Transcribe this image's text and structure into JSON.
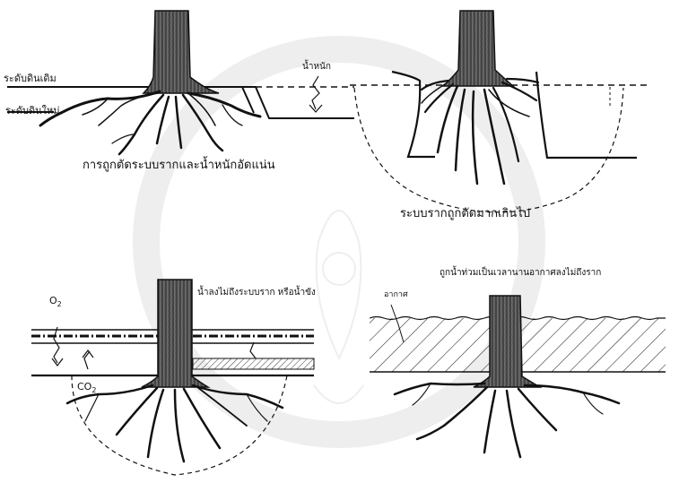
{
  "panels": {
    "top_left": {
      "label_old_soil": "ระดับดินเดิม",
      "label_new_soil": "ระดับดินใหม่",
      "label_weight": "น้ำหนัก",
      "caption": "การถูกตัดระบบรากและน้ำหนักอัดแน่น"
    },
    "top_right": {
      "caption": "ระบบรากถูกตัดมากเกินไป"
    },
    "bottom_left": {
      "o2": "O",
      "o2_sub": "2",
      "co2": "CO",
      "co2_sub": "2",
      "label_water": "น้ำลงไม่ถึงระบบราก หรือน้ำขัง"
    },
    "bottom_right": {
      "title": "ถูกน้ำท่วมเป็นเวลานานอากาศลงไม่ถึงราก",
      "label_air": "อากาศ"
    }
  },
  "colors": {
    "ink": "#111111",
    "watermark": "#d8d8d8",
    "paper": "#ffffff"
  }
}
